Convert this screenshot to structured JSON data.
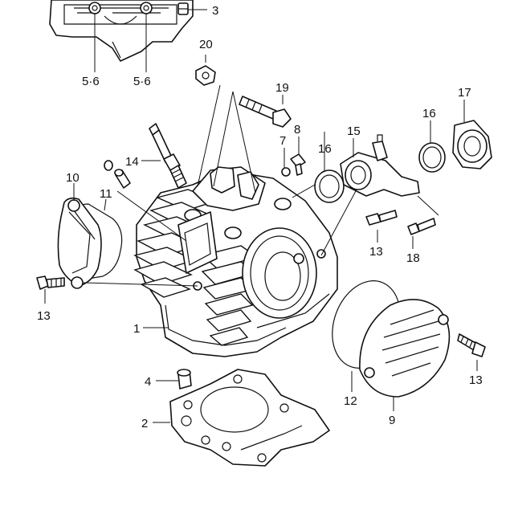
{
  "callouts": {
    "c1": "1",
    "c2": "2",
    "c3": "3",
    "c4": "4",
    "c56a": "5·6",
    "c56b": "5·6",
    "c7": "7",
    "c8": "8",
    "c9": "9",
    "c10": "10",
    "c11": "11",
    "c12": "12",
    "c13a": "13",
    "c13b": "13",
    "c13c": "13",
    "c14": "14",
    "c15": "15",
    "c16a": "16",
    "c16b": "16",
    "c17": "17",
    "c18": "18",
    "c19": "19",
    "c20": "20"
  }
}
